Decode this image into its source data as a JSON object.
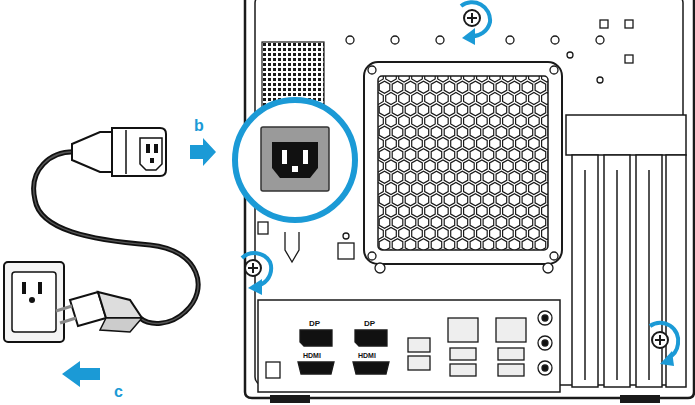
{
  "diagram": {
    "labels": [
      "b",
      "c",
      "DP",
      "DP",
      "HDMI",
      "HDMI"
    ]
  }
}
